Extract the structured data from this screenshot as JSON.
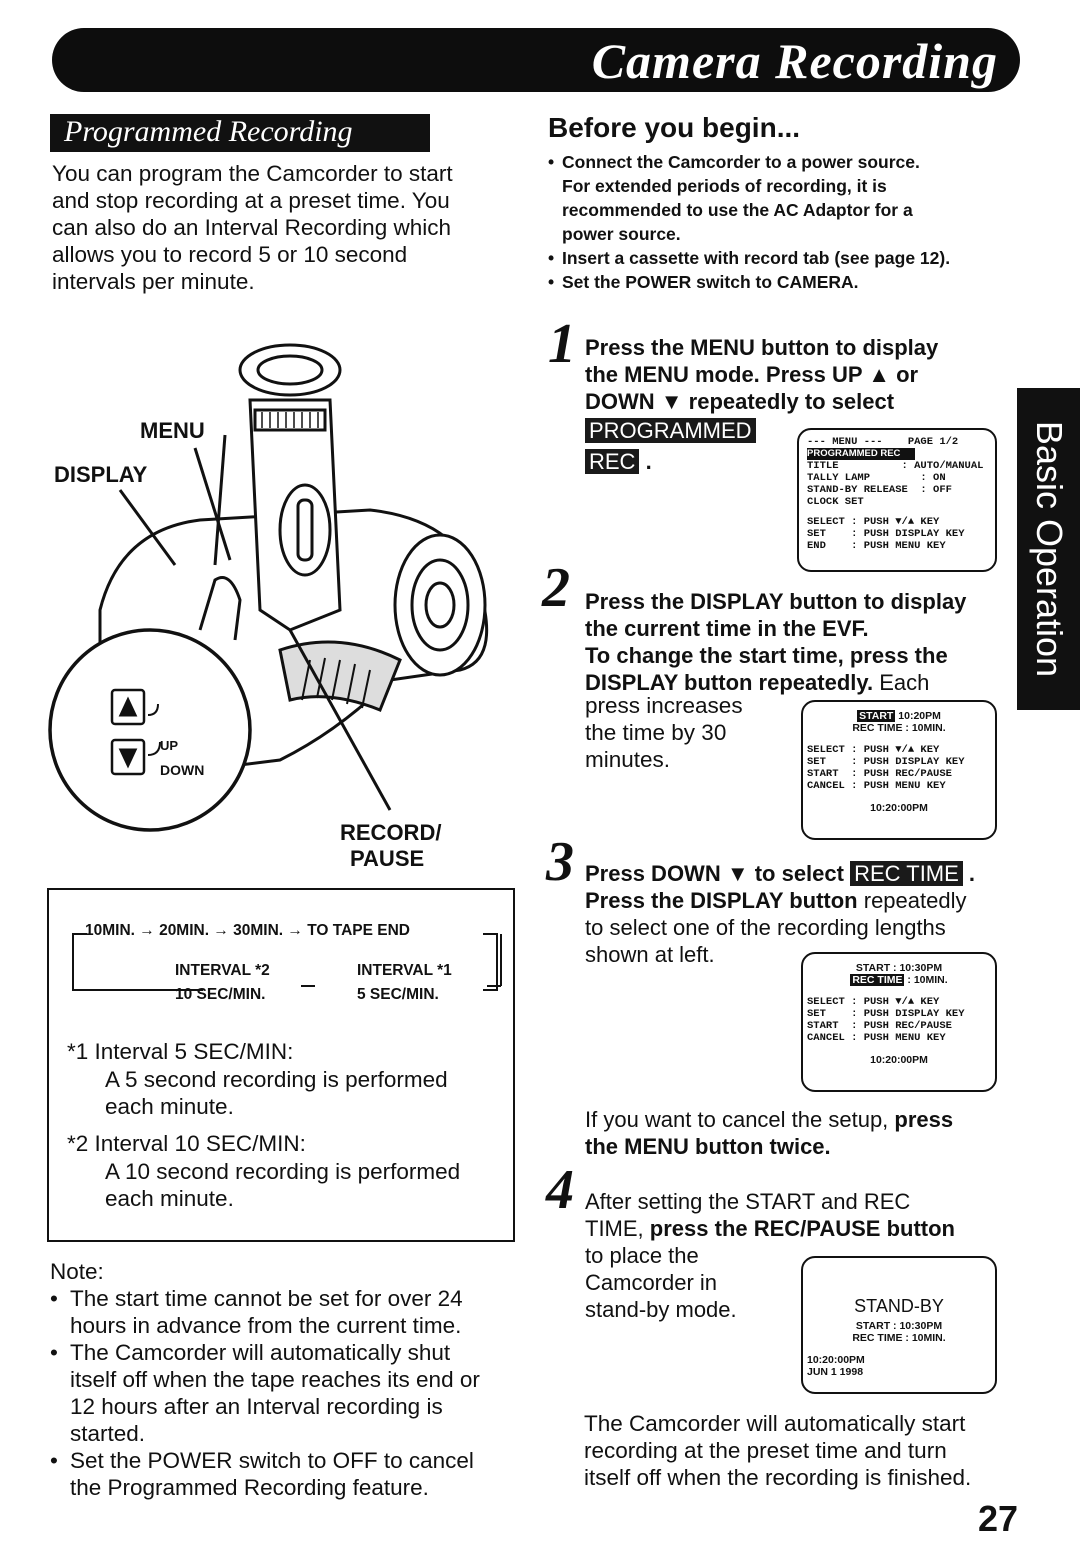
{
  "header": {
    "title": "Camera Recording"
  },
  "section": {
    "title": "Programmed Recording",
    "intro": [
      "You can program the Camcorder to start",
      "and stop recording at a preset time. You",
      "can also do an Interval Recording which",
      "allows you to record 5 or 10 second",
      "intervals per minute."
    ]
  },
  "illustration": {
    "labels": {
      "menu": "MENU",
      "display": "DISPLAY",
      "up": "UP",
      "down": "DOWN",
      "record": "RECORD/",
      "pause": "PAUSE"
    }
  },
  "interval_box": {
    "sequence": "10MIN. → 20MIN. → 30MIN. → TO TAPE END",
    "interval2": "INTERVAL *2",
    "interval2_sub": "10 SEC/MIN.",
    "interval1": "INTERVAL *1",
    "interval1_sub": "5 SEC/MIN.",
    "note1_title": "*1  Interval  5 SEC/MIN:",
    "note1_text": [
      "A 5 second recording is performed",
      "each minute."
    ],
    "note2_title": "*2  Interval 10 SEC/MIN:",
    "note2_text": [
      "A 10 second recording is performed",
      "each minute."
    ]
  },
  "note": {
    "label": "Note:",
    "items": [
      [
        "The start time cannot be set for over 24",
        "hours in advance from the current time."
      ],
      [
        "The Camcorder will automatically shut",
        "itself off when the tape reaches its end or",
        "12 hours after an Interval recording is",
        "started."
      ],
      [
        "Set the POWER switch to OFF to cancel",
        "the Programmed Recording feature."
      ]
    ]
  },
  "before": {
    "title": "Before you begin...",
    "bullets": [
      [
        "Connect the Camcorder to a power source.",
        "For extended periods of recording, it is",
        "recommended to use the AC Adaptor for a",
        "power source."
      ],
      [
        "Insert a cassette with record tab (see page 12)."
      ],
      [
        "Set the POWER switch to CAMERA."
      ]
    ]
  },
  "steps": {
    "s1": {
      "num": "1",
      "lines": [
        "Press the MENU button to display",
        "the MENU mode. Press UP ▲ or",
        "DOWN ▼ repeatedly to select"
      ],
      "hl1": "PROGRAMMED",
      "hl2": "REC",
      "period": "."
    },
    "s2": {
      "num": "2",
      "lines": [
        "Press the DISPLAY button to display",
        "the current time in the EVF.",
        "To change the start time, press the",
        "DISPLAY button repeatedly."
      ],
      "tail": "Each",
      "plain": [
        "press increases",
        "the  time by 30",
        "minutes."
      ]
    },
    "s3": {
      "num": "3",
      "line1": "Press DOWN ▼ to select",
      "hl": "REC TIME",
      "line2a": "Press the DISPLAY button",
      "line2b": "repeatedly",
      "plain": [
        "to select one of the recording lengths",
        "shown at left."
      ]
    },
    "cancel": {
      "a": "If you want to cancel the setup,",
      "b": "press",
      "c": "the MENU button twice."
    },
    "s4": {
      "num": "4",
      "line1": "After setting the START and REC",
      "line2a": "TIME,",
      "line2b": "press the REC/PAUSE button",
      "plain": [
        "to place the",
        "Camcorder in",
        "stand-by mode."
      ]
    },
    "final": [
      "The Camcorder will automatically start",
      "recording at the preset time and turn",
      "itself off when the recording is finished."
    ]
  },
  "osd1": {
    "rows": [
      "--- MENU ---    PAGE 1/2",
      "TITLE          : AUTO/MANUAL",
      "TALLY LAMP        : ON",
      "STAND-BY RELEASE  : OFF",
      "CLOCK SET",
      "",
      "SELECT : PUSH ▼/▲ KEY",
      "SET    : PUSH DISPLAY KEY",
      "END    : PUSH MENU KEY"
    ],
    "hl": "PROGRAMMED REC"
  },
  "osd2": {
    "hl": "START",
    "time": "10:20PM",
    "rec": "REC TIME : 10MIN.",
    "rows": [
      "SELECT : PUSH ▼/▲ KEY",
      "SET    : PUSH DISPLAY KEY",
      "START  : PUSH REC/PAUSE",
      "CANCEL : PUSH MENU KEY"
    ],
    "clock": "10:20:00PM"
  },
  "osd3": {
    "start": "START : 10:30PM",
    "hl": "REC TIME",
    "rec": ": 10MIN.",
    "rows": [
      "SELECT : PUSH ▼/▲ KEY",
      "SET    : PUSH DISPLAY KEY",
      "START  : PUSH REC/PAUSE",
      "CANCEL : PUSH MENU KEY"
    ],
    "clock": "10:20:00PM"
  },
  "osd4": {
    "standby": "STAND-BY",
    "start": "START : 10:30PM",
    "rec": "REC TIME : 10MIN.",
    "clock": "10:20:00PM",
    "date": "JUN   1 1998"
  },
  "side_tab": "Basic Operation",
  "page_number": "27"
}
